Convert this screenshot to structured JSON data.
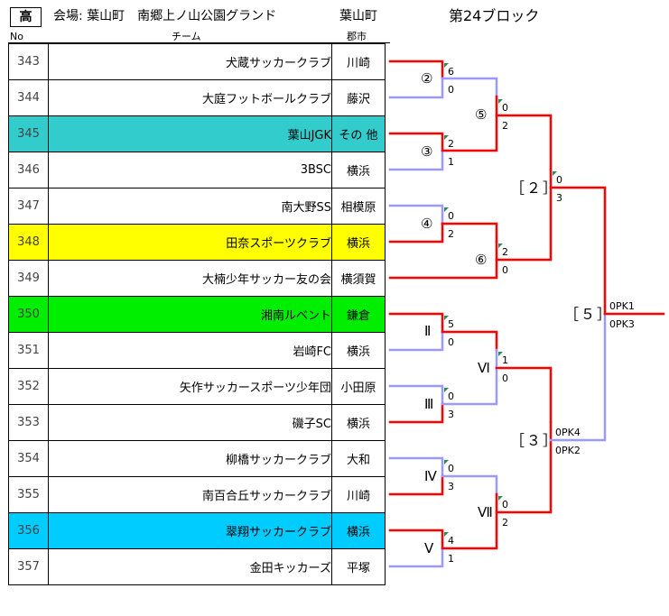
{
  "header": {
    "badge": "高",
    "venue": "会場: 葉山町　南郷上ノ山公園グランド",
    "town": "葉山町",
    "block": "第24ブロック"
  },
  "columns": {
    "no": "No",
    "team": "チーム",
    "city": "郡市"
  },
  "rows": [
    {
      "no": "343",
      "team": "犬蔵サッカークラブ",
      "city": "川崎"
    },
    {
      "no": "344",
      "team": "大庭フットボールクラブ",
      "city": "藤沢"
    },
    {
      "no": "345",
      "team": "葉山JGK",
      "city": "その 他"
    },
    {
      "no": "346",
      "team": "3BSC",
      "city": "横浜"
    },
    {
      "no": "347",
      "team": "南大野SS",
      "city": "相模原"
    },
    {
      "no": "348",
      "team": "田奈スポーツクラブ",
      "city": "横浜"
    },
    {
      "no": "349",
      "team": "大楠少年サッカー友の会",
      "city": "横須賀"
    },
    {
      "no": "350",
      "team": "湘南ルベント",
      "city": "鎌倉"
    },
    {
      "no": "351",
      "team": "岩崎FC",
      "city": "横浜"
    },
    {
      "no": "352",
      "team": "矢作サッカースポーツ少年団",
      "city": "小田原"
    },
    {
      "no": "353",
      "team": "磯子SC",
      "city": "横浜"
    },
    {
      "no": "354",
      "team": "柳橋サッカークラブ",
      "city": "大和"
    },
    {
      "no": "355",
      "team": "南百合丘サッカークラブ",
      "city": "川崎"
    },
    {
      "no": "356",
      "team": "翠翔サッカークラブ",
      "city": "横浜"
    },
    {
      "no": "357",
      "team": "金田キッカーズ",
      "city": "平塚"
    }
  ],
  "matches": [
    {
      "label": "②",
      "top": "6",
      "bottom": "0"
    },
    {
      "label": "③",
      "top": "2",
      "bottom": "1"
    },
    {
      "label": "④",
      "top": "0",
      "bottom": "2"
    },
    {
      "label": "⑤",
      "top": "0",
      "bottom": "2"
    },
    {
      "label": "⑥",
      "top": "2",
      "bottom": "0"
    },
    {
      "label": "［２］",
      "top": "0",
      "bottom": "3"
    },
    {
      "label": "Ⅱ",
      "top": "5",
      "bottom": "0"
    },
    {
      "label": "Ⅲ",
      "top": "0",
      "bottom": "3"
    },
    {
      "label": "Ⅳ",
      "top": "0",
      "bottom": "3"
    },
    {
      "label": "Ⅴ",
      "top": "4",
      "bottom": "1"
    },
    {
      "label": "Ⅵ",
      "top": "1",
      "bottom": "0"
    },
    {
      "label": "Ⅶ",
      "top": "0",
      "bottom": "2"
    },
    {
      "label": "［３］",
      "top": "0PK4",
      "bottom": "0PK2"
    },
    {
      "label": "［５］",
      "top": "0PK1",
      "bottom": "0PK3"
    }
  ],
  "colors": {
    "winner": "#ff0000",
    "loser": "#9999ff",
    "teal": "#33cccc",
    "yellow": "#ffff00",
    "green": "#00ee00",
    "cyan": "#00ccff"
  }
}
